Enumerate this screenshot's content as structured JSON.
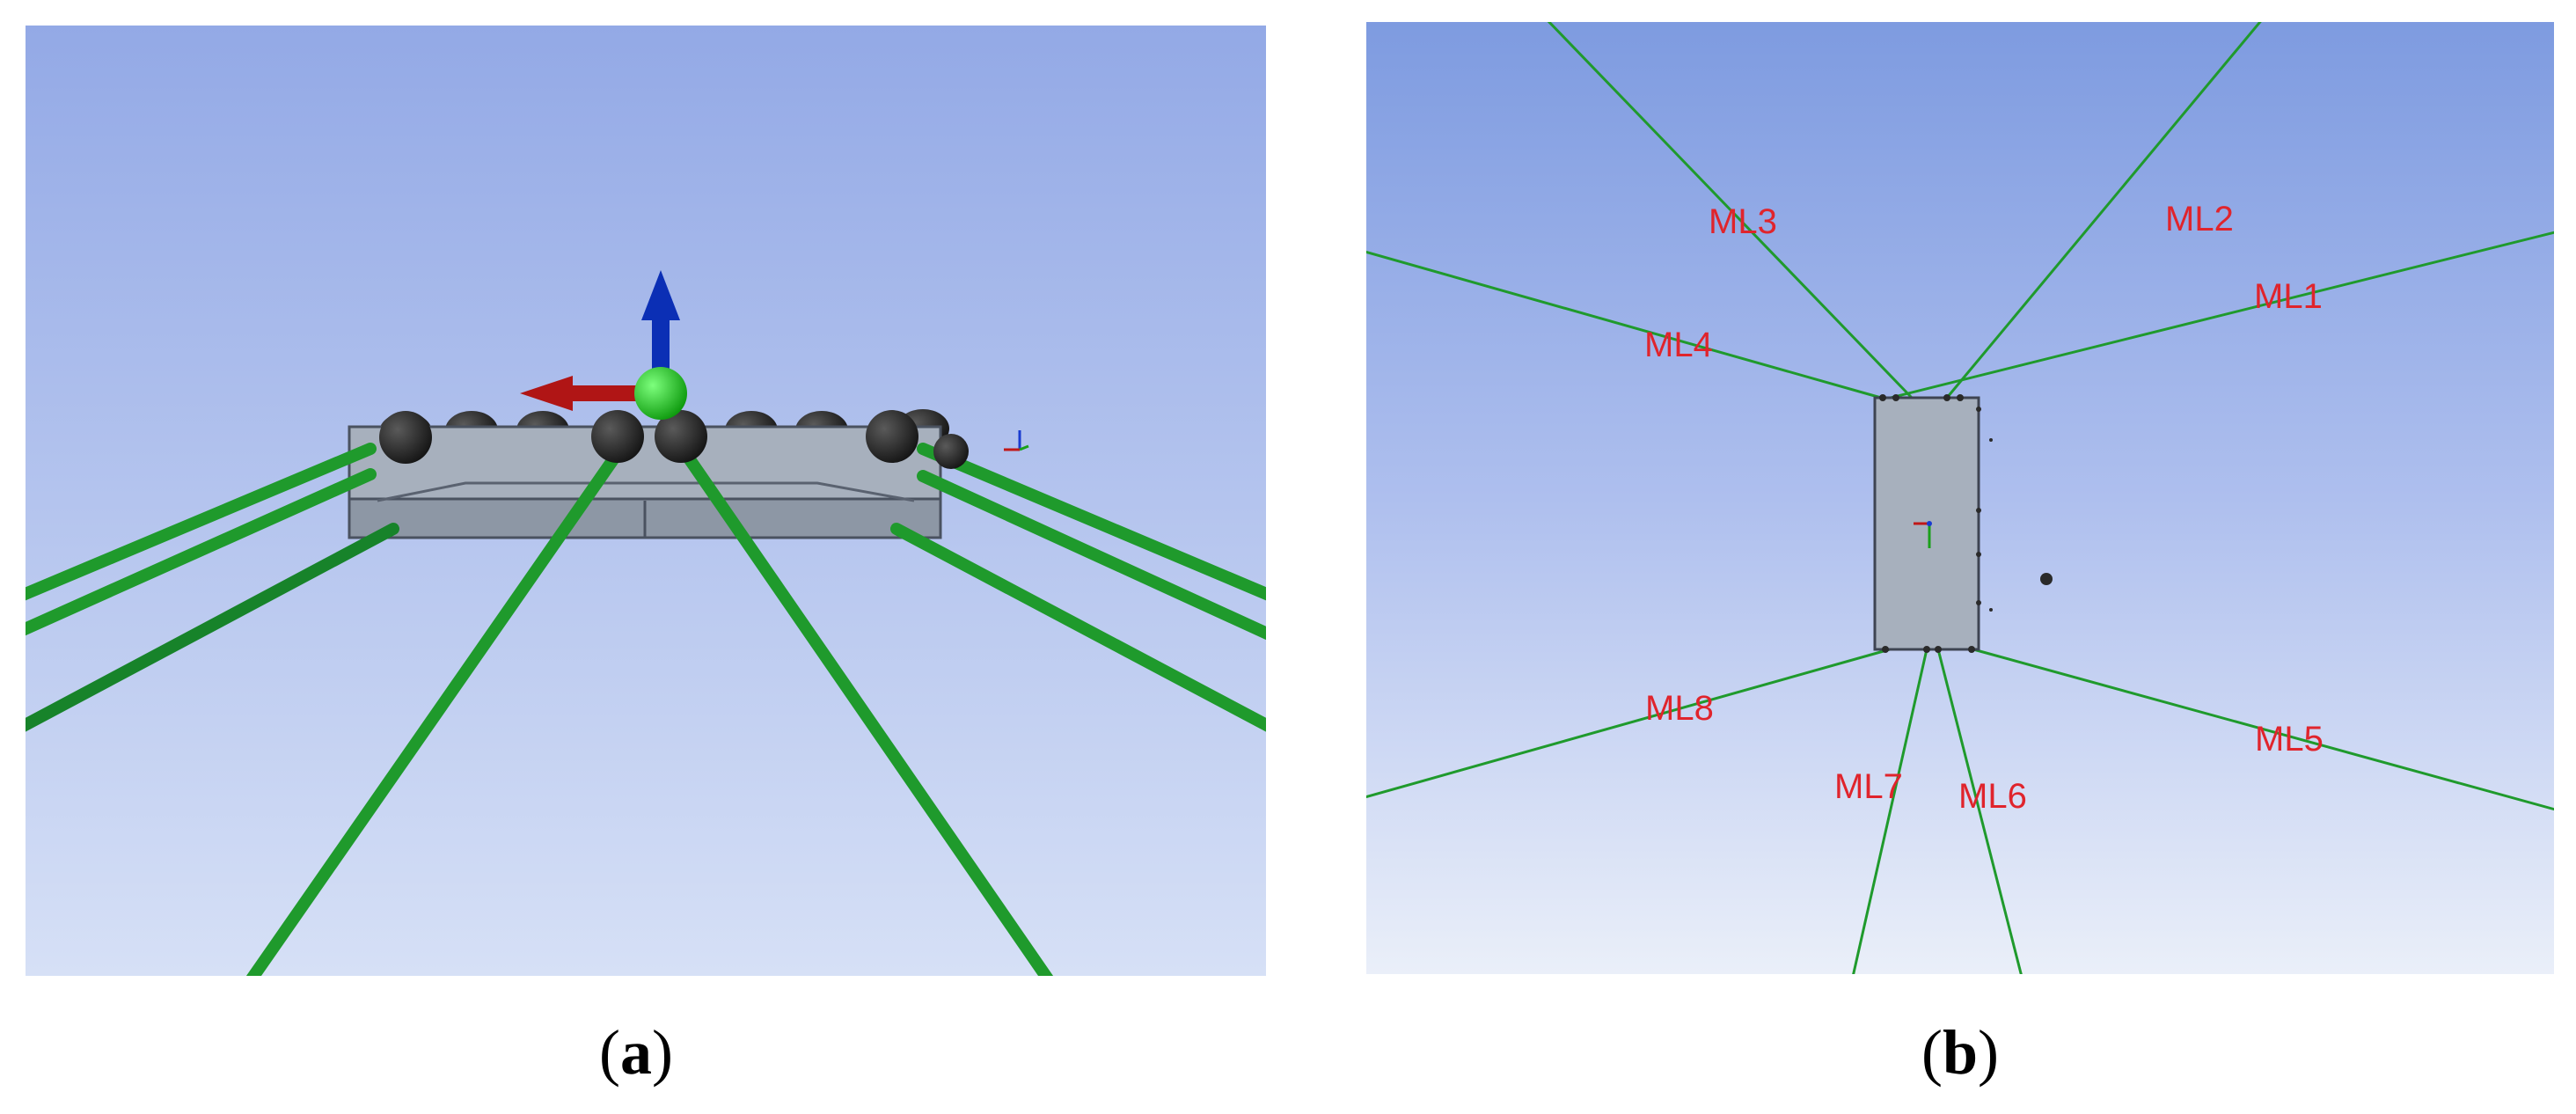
{
  "captions": {
    "a_open": "(",
    "a_letter": "a",
    "a_close": ")",
    "b_open": "(",
    "b_letter": "b",
    "b_close": ")"
  },
  "panel_b": {
    "mooring_labels": [
      "ML1",
      "ML2",
      "ML3",
      "ML4",
      "ML5",
      "ML6",
      "ML7",
      "ML8"
    ]
  },
  "colors": {
    "mooring_line": "#1f9a2c",
    "label_red": "#e0242c",
    "platform_gray": "#a7b0bd",
    "float_black": "#2a2a2a",
    "arrow_blue": "#0b2fb5",
    "arrow_red": "#b01515",
    "marker_green": "#22c122"
  }
}
